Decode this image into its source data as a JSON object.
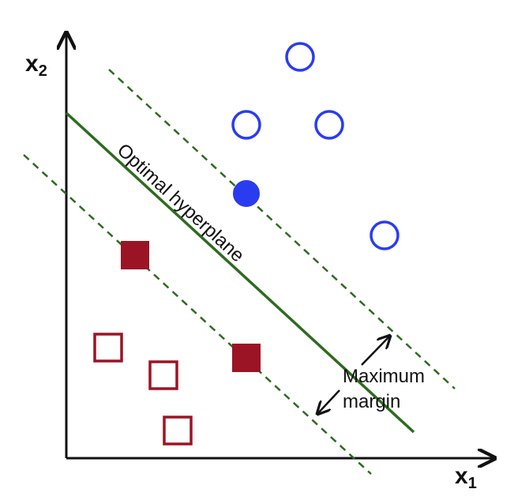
{
  "labels": {
    "x_axis_main": "x",
    "x_axis_sub": "1",
    "y_axis_main": "x",
    "y_axis_sub": "2",
    "hyperplane": "Optimal hyperplane",
    "margin_line1": "Maximum",
    "margin_line2": "margin"
  },
  "colors": {
    "axis": "#111111",
    "hyperplane": "#2e6b1f",
    "margin_lines": "#2e6b1f",
    "class_circle": "#2a3cf0",
    "class_square": "#9b1425",
    "arrow": "#111111"
  }
}
